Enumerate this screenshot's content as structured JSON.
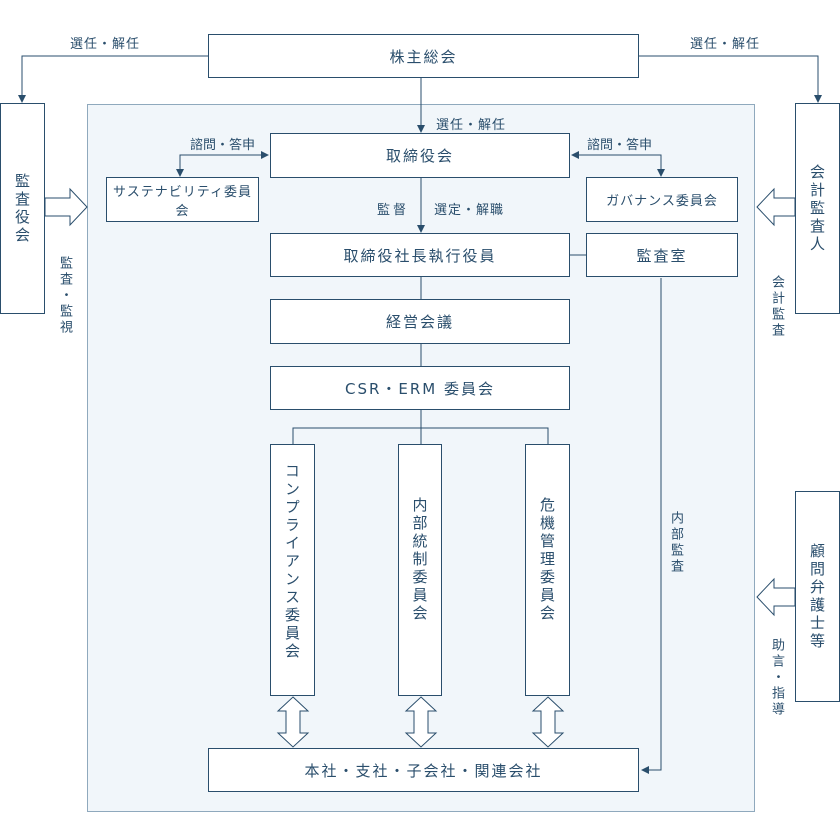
{
  "nodes": {
    "shareholders": "株主総会",
    "board": "取締役会",
    "auditors": "監査役会",
    "accounting_auditor": "会計監査人",
    "sustainability": "サステナビリティ委員会",
    "governance": "ガバナンス委員会",
    "president": "取締役社長執行役員",
    "audit_office": "監査室",
    "management_meeting": "経営会議",
    "csr_erm": "CSR・ERM 委員会",
    "compliance": "コンプライアンス委員会",
    "internal_control": "内部統制委員会",
    "risk_management": "危機管理委員会",
    "group": "本社・支社・子会社・関連会社",
    "counsel": "顧問弁護士等"
  },
  "labels": {
    "elect_left": "選任・解任",
    "elect_right": "選任・解任",
    "elect_board": "選任・解任",
    "consult_left": "諮問・答申",
    "consult_right": "諮問・答申",
    "supervise": "監督",
    "appoint": "選定・解職",
    "audit_supervise": "監査・監視",
    "accounting_audit": "会計監査",
    "internal_audit": "内部監査",
    "advice": "助言・指導"
  },
  "colors": {
    "line": "#2a4e6c",
    "panel_bg": "#f1f6fa",
    "panel_border": "#8fa9bd"
  }
}
